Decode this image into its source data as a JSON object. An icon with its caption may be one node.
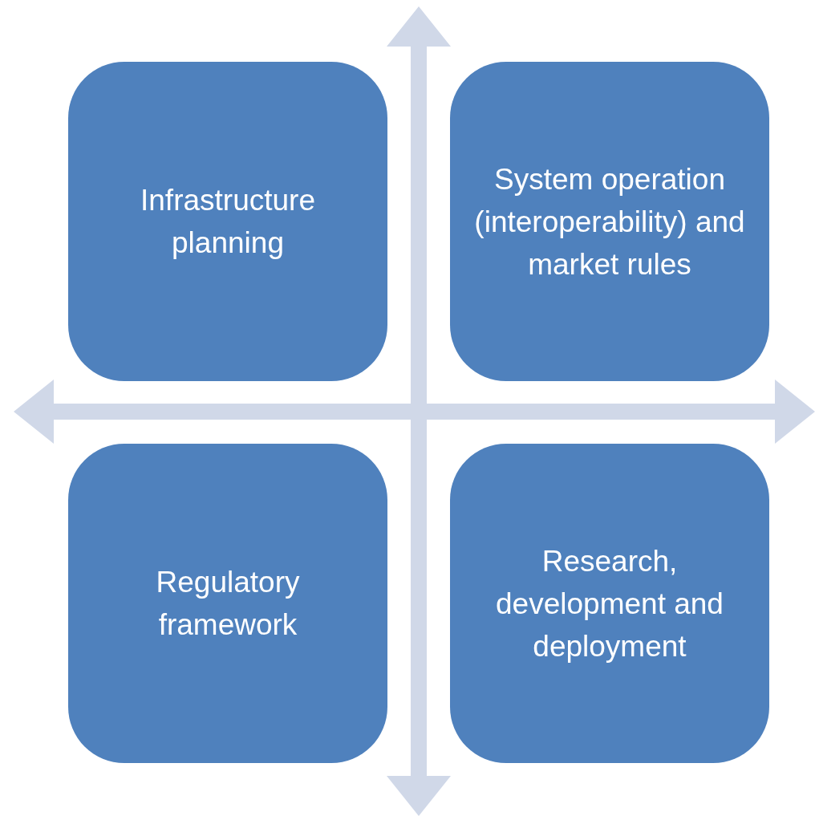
{
  "diagram": {
    "nodes": [
      {
        "text": [
          "Infrastructure planning"
        ]
      },
      {
        "text": [
          "System operation (interoperability) and market rules"
        ]
      },
      {
        "text": [
          "Regulatory framework"
        ]
      },
      {
        "text": [
          "Research, development and deployment"
        ]
      }
    ],
    "edges": []
  }
}
